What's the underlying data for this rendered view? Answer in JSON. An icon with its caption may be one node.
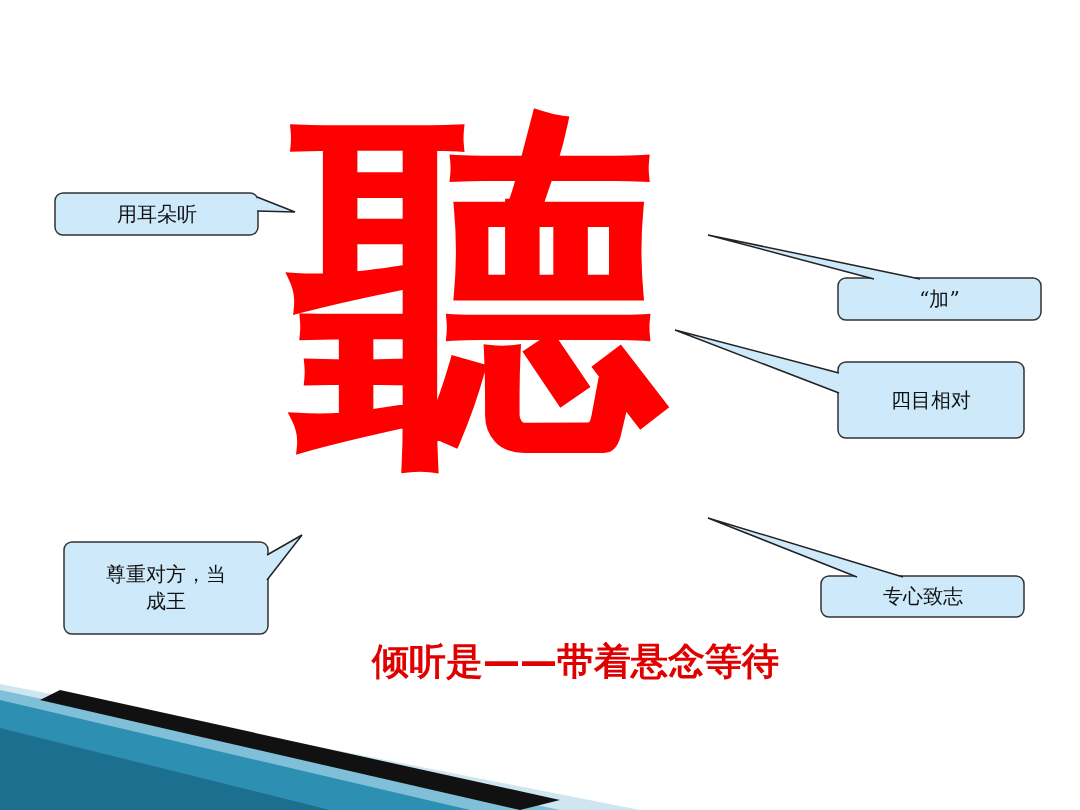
{
  "diagram": {
    "nodes": [
      {
        "text": [
          "用耳朵听"
        ]
      },
      {
        "text": [
          "“加”"
        ]
      },
      {
        "text": [
          "四目相对"
        ]
      },
      {
        "text": [
          "尊重对方，当成王"
        ]
      },
      {
        "text": [
          "专心致志"
        ]
      }
    ],
    "labels": [
      "聽",
      "倾听是——带着悬念等待"
    ]
  }
}
